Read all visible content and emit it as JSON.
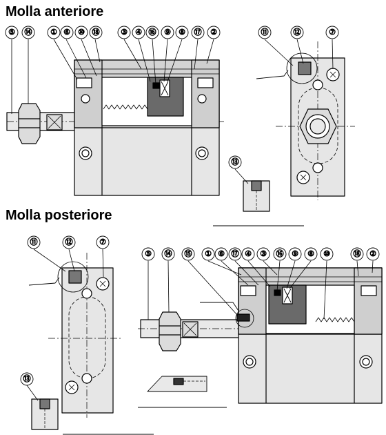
{
  "sections": {
    "front_title": "Molla anteriore",
    "rear_title": "Molla posteriore"
  },
  "callouts": [
    {
      "id": "f5",
      "label": "⑤"
    },
    {
      "id": "f14",
      "label": "⑭"
    },
    {
      "id": "f1",
      "label": "①"
    },
    {
      "id": "f6",
      "label": "⑥"
    },
    {
      "id": "f10",
      "label": "⑩"
    },
    {
      "id": "f18",
      "label": "⑱"
    },
    {
      "id": "f3",
      "label": "③"
    },
    {
      "id": "f4",
      "label": "④"
    },
    {
      "id": "f16",
      "label": "⑯"
    },
    {
      "id": "f9",
      "label": "⑨"
    },
    {
      "id": "f8",
      "label": "⑧"
    },
    {
      "id": "f17",
      "label": "⑰"
    },
    {
      "id": "f2",
      "label": "②"
    },
    {
      "id": "f11",
      "label": "⑪"
    },
    {
      "id": "f12",
      "label": "⑫"
    },
    {
      "id": "f7",
      "label": "⑦"
    },
    {
      "id": "f13",
      "label": "⑬"
    },
    {
      "id": "r11",
      "label": "⑪"
    },
    {
      "id": "r12",
      "label": "⑫"
    },
    {
      "id": "r7",
      "label": "⑦"
    },
    {
      "id": "r13",
      "label": "⑬"
    },
    {
      "id": "r5",
      "label": "⑤"
    },
    {
      "id": "r14",
      "label": "⑭"
    },
    {
      "id": "r15",
      "label": "⑮"
    },
    {
      "id": "r1",
      "label": "①"
    },
    {
      "id": "r6",
      "label": "⑥"
    },
    {
      "id": "r17",
      "label": "⑰"
    },
    {
      "id": "r4",
      "label": "④"
    },
    {
      "id": "r3",
      "label": "③"
    },
    {
      "id": "r16",
      "label": "⑯"
    },
    {
      "id": "r9",
      "label": "⑨"
    },
    {
      "id": "r8",
      "label": "⑧"
    },
    {
      "id": "r10",
      "label": "⑩"
    },
    {
      "id": "r18",
      "label": "⑱"
    },
    {
      "id": "r2",
      "label": "②"
    }
  ]
}
